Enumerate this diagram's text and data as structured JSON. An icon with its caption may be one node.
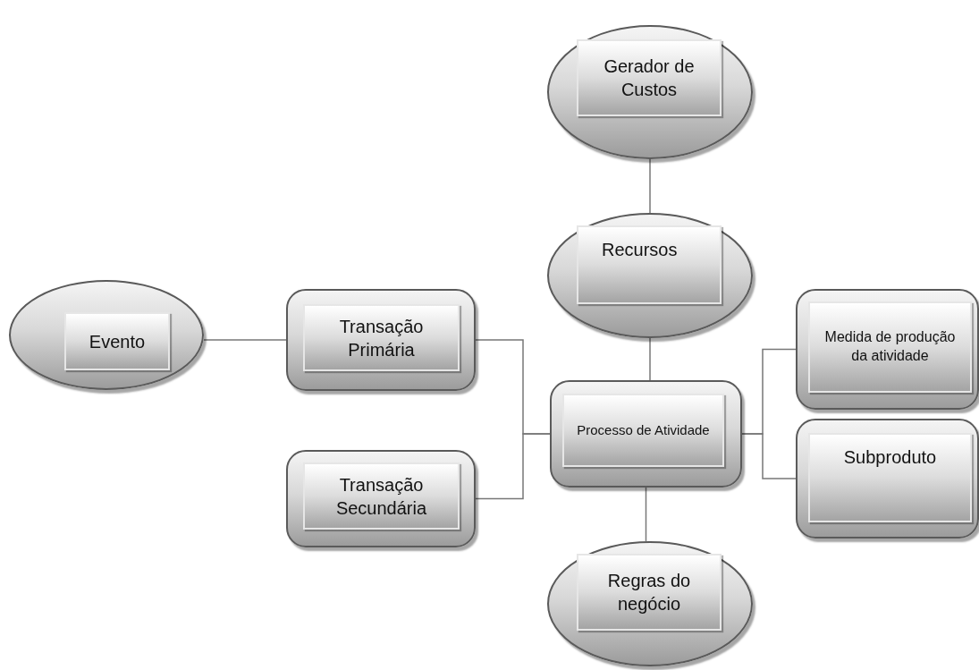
{
  "diagram": {
    "nodes": [
      {
        "text": [
          "Gerador de Custos"
        ]
      },
      {
        "text": [
          "Recursos"
        ]
      },
      {
        "text": [
          "Evento"
        ]
      },
      {
        "text": [
          "Transação Primária"
        ]
      },
      {
        "text": [
          "Processo de Atividade"
        ]
      },
      {
        "text": [
          "Medida de produção da atividade"
        ]
      },
      {
        "text": [
          "Transação Secundária"
        ]
      },
      {
        "text": [
          "Subproduto"
        ]
      },
      {
        "text": [
          "Regras do negócio"
        ]
      }
    ],
    "edges": [
      {
        "from": 0,
        "to": 1,
        "arrow": "none"
      },
      {
        "from": 1,
        "to": 4,
        "arrow": "none"
      },
      {
        "from": 2,
        "to": 3,
        "arrow": "none"
      },
      {
        "from": 3,
        "to": 4,
        "arrow": "none"
      },
      {
        "from": 6,
        "to": 4,
        "arrow": "none"
      },
      {
        "from": 4,
        "to": 5,
        "arrow": "none"
      },
      {
        "from": 4,
        "to": 7,
        "arrow": "none"
      },
      {
        "from": 4,
        "to": 8,
        "arrow": "none"
      }
    ]
  }
}
